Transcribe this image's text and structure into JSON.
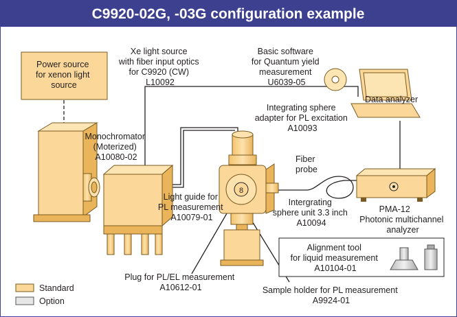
{
  "title": "C9920-02G, -03G  configuration example",
  "colors": {
    "title_bg": "#3d3f8f",
    "standard_fill": "#fbd89a",
    "standard_stroke": "#7a5a20",
    "option_fill": "#e6e6e6",
    "line": "#231f20"
  },
  "labels": {
    "power_source": [
      "Power source",
      "for xenon light",
      "source"
    ],
    "xe_light_source": [
      "Xe light source",
      "with fiber input optics",
      "for C9920 (CW)",
      "L10092"
    ],
    "software": [
      "Basic software",
      "for Quantum yield",
      "measurement",
      "U6039-05"
    ],
    "data_analyzer": "Data analyzer",
    "adapter": [
      "Integrating sphere",
      "adapter for PL excitation",
      "A10093"
    ],
    "monochromator": [
      "Monochromator",
      "(Moterized)",
      "A10080-02"
    ],
    "fiber_probe": [
      "Fiber",
      "probe"
    ],
    "light_guide": [
      "Light guide for",
      "PL measurement",
      "A10079-01"
    ],
    "sphere_unit": [
      "Intergrating",
      "sphere unit 3.3 inch",
      "A10094"
    ],
    "pma": [
      "PMA-12",
      "Photonic multichannel",
      "analyzer"
    ],
    "alignment": [
      "Alignment tool",
      "for liquid measurement",
      "A10104-01"
    ],
    "plug": [
      "Plug for PL/EL measurement",
      "A10612-01"
    ],
    "sample_holder": [
      "Sample holder for PL measurement",
      "A9924-01"
    ]
  },
  "legend": {
    "standard": "Standard",
    "option": "Option"
  }
}
